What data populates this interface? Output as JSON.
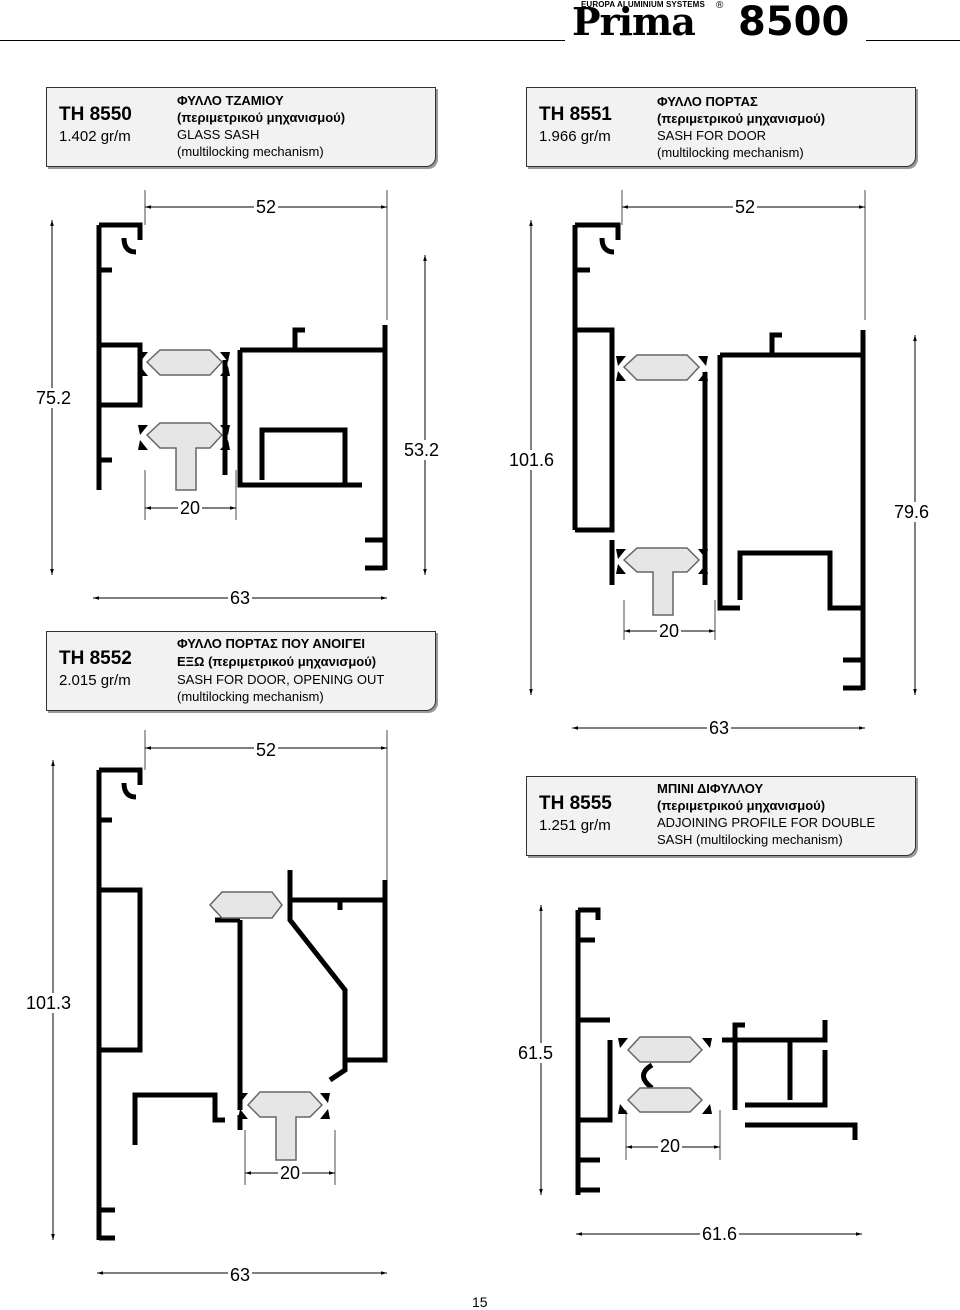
{
  "header": {
    "brand_tagline": "EUROPA ALUMINIUM SYSTEMS",
    "brand_name": "Prima",
    "registered_mark": "®",
    "series": "8500"
  },
  "profiles": [
    {
      "code": "TH 8550",
      "weight": "1.402 gr/m",
      "lines": [
        "ΦΥΛΛΟ ΤΖΑΜΙΟΥ",
        "(περιμετρικού μηχανισμού)",
        "GLASS SASH",
        "(multilocking mechanism)"
      ],
      "dims": {
        "width_top": "52",
        "height_left": "75.2",
        "height_right": "53.2",
        "glass": "20",
        "width_bottom": "63"
      }
    },
    {
      "code": "TH 8551",
      "weight": "1.966 gr/m",
      "lines": [
        "ΦΥΛΛΟ ΠΟΡΤΑΣ",
        "(περιμετρικού μηχανισμού)",
        "SASH FOR DOOR",
        "(multilocking mechanism)"
      ],
      "dims": {
        "width_top": "52",
        "height_left": "101.6",
        "height_right": "79.6",
        "glass": "20",
        "width_bottom": "63"
      }
    },
    {
      "code": "TH 8552",
      "weight": "2.015 gr/m",
      "lines": [
        "ΦΥΛΛΟ ΠΟΡΤΑΣ ΠΟΥ ΑΝΟΙΓΕΙ",
        "ΕΞΩ (περιμετρικού μηχανισμού)",
        "SASH FOR DOOR, OPENING OUT",
        "(multilocking mechanism)"
      ],
      "dims": {
        "width_top": "52",
        "height_left": "101.3",
        "glass": "20",
        "width_bottom": "63"
      }
    },
    {
      "code": "TH 8555",
      "weight": "1.251 gr/m",
      "lines": [
        "ΜΠΙΝΙ ΔΙΦΥΛΛΟΥ",
        "(περιμετρικού μηχανισμού)",
        "ADJOINING PROFILE FOR DOUBLE",
        "SASH (multilocking mechanism)"
      ],
      "dims": {
        "height_left": "61.5",
        "glass": "20",
        "width_bottom": "61.6"
      }
    }
  ],
  "page_number": "15"
}
